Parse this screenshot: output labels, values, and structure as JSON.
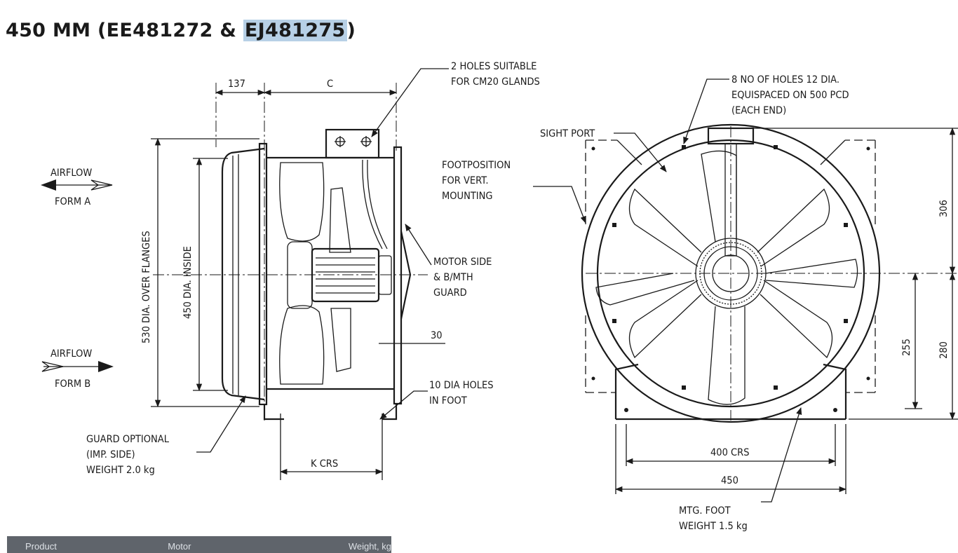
{
  "title": {
    "part1": "450 MM (EE481272 & ",
    "part2": "EJ481275",
    "part3": ")"
  },
  "left_view": {
    "dim_137": "137",
    "dim_c": "C",
    "holes_note_1": "2 HOLES SUITABLE",
    "holes_note_2": "FOR CM20 GLANDS",
    "airflow_a": "AIRFLOW",
    "form_a": "FORM A",
    "airflow_b": "AIRFLOW",
    "form_b": "FORM B",
    "dia_flanges": "530 DIA. OVER FLANGES",
    "dia_inside": "450 DIA. INSIDE",
    "motor_side_1": "MOTOR SIDE",
    "motor_side_2": "& B/MTH",
    "motor_side_3": "GUARD",
    "dim_30": "30",
    "foot_holes_1": "10 DIA HOLES",
    "foot_holes_2": "IN FOOT",
    "guard_1": "GUARD OPTIONAL",
    "guard_2": "(IMP. SIDE)",
    "guard_3": "WEIGHT 2.0 kg",
    "k_crs": "K CRS"
  },
  "right_view": {
    "pcd_1": "8 NO OF HOLES 12 DIA.",
    "pcd_2": "EQUISPACED ON 500 PCD",
    "pcd_3": "(EACH END)",
    "sight_port": "SIGHT PORT",
    "footpos_1": "FOOTPOSITION",
    "footpos_2": "FOR VERT.",
    "footpos_3": "MOUNTING",
    "dim_306": "306",
    "dim_255": "255",
    "dim_280": "280",
    "dim_400": "400 CRS",
    "dim_450": "450",
    "mtg_1": "MTG. FOOT",
    "mtg_2": "WEIGHT 1.5 kg"
  },
  "table_header": {
    "col1": "Product",
    "col2": "Motor",
    "col3": "Weight, kg"
  }
}
